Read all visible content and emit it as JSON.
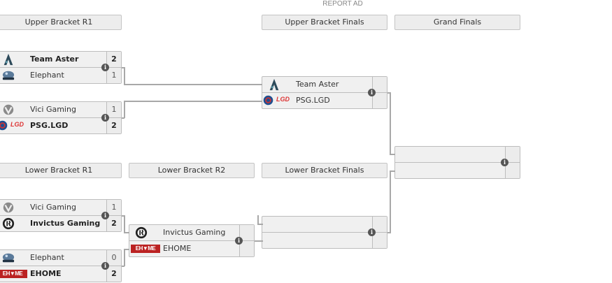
{
  "ad_label": "REPORT AD",
  "headers": {
    "ub_r1": "Upper Bracket R1",
    "ub_finals": "Upper Bracket Finals",
    "grand_finals": "Grand Finals",
    "lb_r1": "Lower Bracket R1",
    "lb_r2": "Lower Bracket R2",
    "lb_finals": "Lower Bracket Finals"
  },
  "matches": {
    "ub_r1_1": {
      "top": {
        "team": "Team Aster",
        "logo": "team-aster-logo",
        "score": "2",
        "winner": true
      },
      "bot": {
        "team": "Elephant",
        "logo": "elephant-logo",
        "score": "1",
        "winner": false
      }
    },
    "ub_r1_2": {
      "top": {
        "team": "Vici Gaming",
        "logo": "vici-gaming-logo",
        "score": "1",
        "winner": false
      },
      "bot": {
        "team": "PSG.LGD",
        "logo": "psg-lgd-logo",
        "score": "2",
        "winner": true
      }
    },
    "ub_finals": {
      "top": {
        "team": "Team Aster",
        "logo": "team-aster-logo",
        "score": ""
      },
      "bot": {
        "team": "PSG.LGD",
        "logo": "psg-lgd-logo",
        "score": ""
      }
    },
    "grand_finals": {
      "top": {
        "team": "",
        "score": ""
      },
      "bot": {
        "team": "",
        "score": ""
      }
    },
    "lb_r1_1": {
      "top": {
        "team": "Vici Gaming",
        "logo": "vici-gaming-logo",
        "score": "1",
        "winner": false
      },
      "bot": {
        "team": "Invictus Gaming",
        "logo": "invictus-gaming-logo",
        "score": "2",
        "winner": true
      }
    },
    "lb_r1_2": {
      "top": {
        "team": "Elephant",
        "logo": "elephant-logo",
        "score": "0",
        "winner": false
      },
      "bot": {
        "team": "EHOME",
        "logo": "ehome-logo",
        "score": "2",
        "winner": true
      }
    },
    "lb_r2": {
      "top": {
        "team": "Invictus Gaming",
        "logo": "invictus-gaming-logo",
        "score": ""
      },
      "bot": {
        "team": "EHOME",
        "logo": "ehome-logo",
        "score": ""
      }
    },
    "lb_finals": {
      "top": {
        "team": "",
        "score": ""
      },
      "bot": {
        "team": "",
        "score": ""
      }
    }
  },
  "info_icon_glyph": "i"
}
